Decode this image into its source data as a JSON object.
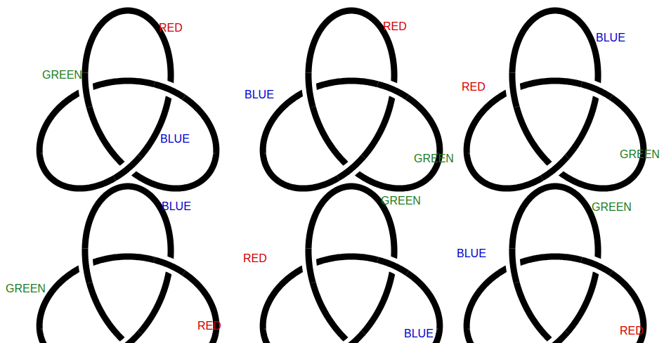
{
  "diagram": {
    "labels": [
      "RED",
      "GREEN",
      "BLUE",
      "RED",
      "BLUE",
      "GREEN",
      "BLUE",
      "RED",
      "GREEN",
      "BLUE",
      "GREEN",
      "RED",
      "GREEN",
      "RED",
      "BLUE",
      "GREEN",
      "BLUE",
      "RED"
    ]
  }
}
